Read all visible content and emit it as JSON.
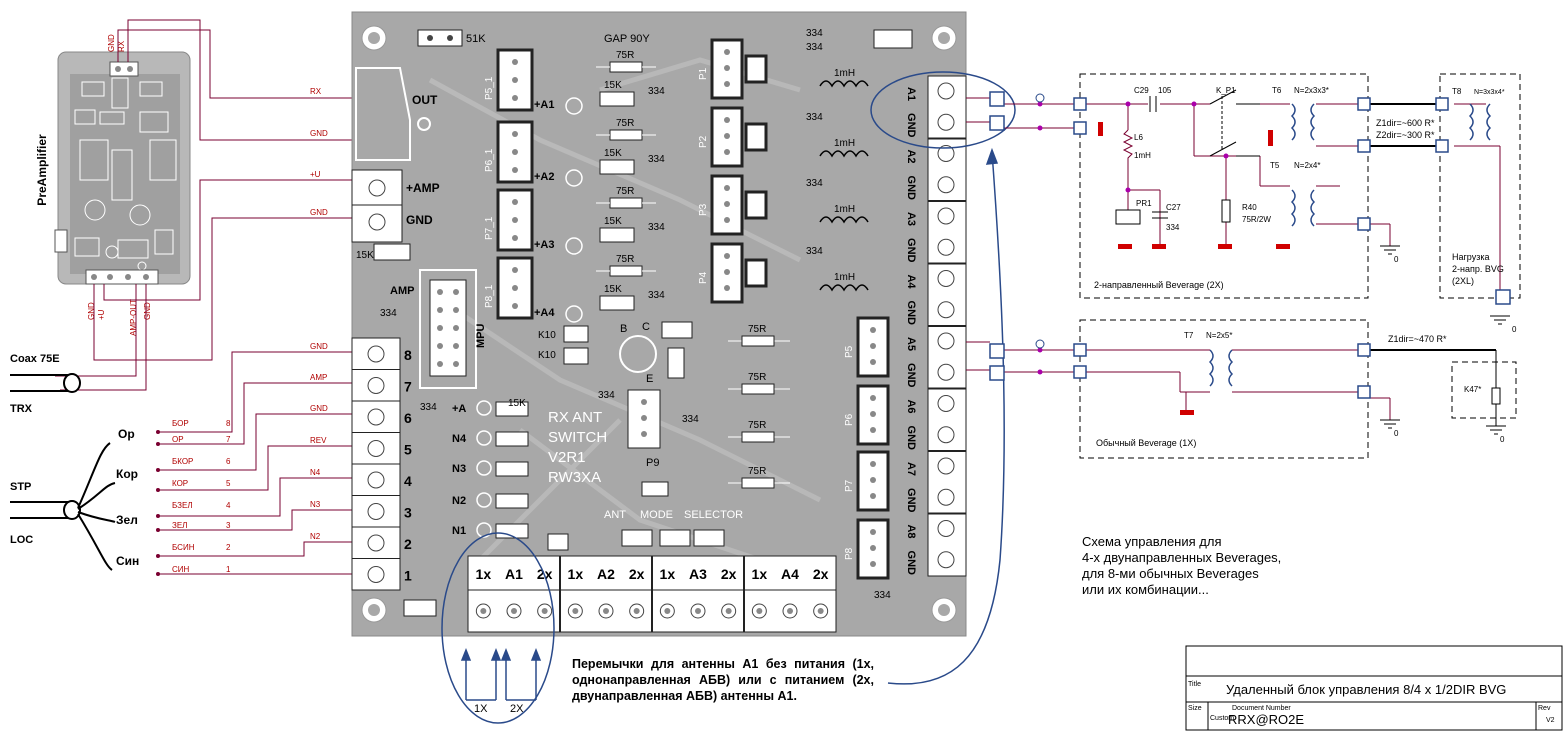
{
  "preamp": {
    "title": "PreAmplifier",
    "top_labels": [
      "GND",
      "RX"
    ],
    "bottom_labels": [
      "GND",
      "+U",
      "AMP-OUT",
      "GND"
    ]
  },
  "wires": {
    "rx": "RX",
    "gnd1": "GND",
    "plus_u": "+U",
    "gnd2": "GND",
    "gnd3": "GND",
    "amp": "AMP",
    "gnd4": "GND",
    "rev": "REV",
    "n4": "N4",
    "n3": "N3",
    "n2": "N2"
  },
  "cable": {
    "coax": "Coax 75E",
    "trx": "TRX",
    "stp": "STP",
    "loc": "LOC",
    "pairs": [
      "Ор",
      "Кор",
      "Зел",
      "Син"
    ],
    "wire_names": [
      {
        "name": "БОР",
        "num": "8"
      },
      {
        "name": "ОР",
        "num": "7"
      },
      {
        "name": "БКОР",
        "num": "6"
      },
      {
        "name": "КОР",
        "num": "5"
      },
      {
        "name": "БЗЕЛ",
        "num": "4"
      },
      {
        "name": "ЗЕЛ",
        "num": "3"
      },
      {
        "name": "БСИН",
        "num": "2"
      },
      {
        "name": "СИН",
        "num": "1"
      }
    ]
  },
  "pcb": {
    "r51k": "51K",
    "gap": "GAP 90Y",
    "out": "OUT",
    "amp_plus": "+AMP",
    "amp_gnd": "GND",
    "r15k": "15K",
    "amp": "AMP",
    "mpu": "MPU",
    "c334": "334",
    "r75": "75R",
    "r15": "15K",
    "inductor": "1mH",
    "relays": [
      "P5_1",
      "P6_1",
      "P7_1",
      "P8_1"
    ],
    "relays_right": [
      "P1",
      "P2",
      "P3",
      "P4"
    ],
    "relays_right2": [
      "P5",
      "P6",
      "P7",
      "P8"
    ],
    "outputs": [
      "+A1",
      "+A2",
      "+A3",
      "+A4"
    ],
    "n_labels": [
      "+A",
      "N4",
      "N3",
      "N2",
      "N1"
    ],
    "k10": "K10",
    "transistor": [
      "B",
      "C",
      "E"
    ],
    "p9": "P9",
    "title_lines": [
      "RX ANT",
      "SWITCH",
      "V2R1",
      "RW3XA"
    ],
    "selector": [
      "ANT",
      "MODE",
      "SELECTOR"
    ],
    "left_nums": [
      "8",
      "7",
      "6",
      "5",
      "4",
      "3",
      "2",
      "1"
    ],
    "ant_terms": [
      "A1",
      "GND",
      "A2",
      "GND",
      "A3",
      "GND",
      "A4",
      "GND",
      "A5",
      "GND",
      "A6",
      "GND",
      "A7",
      "GND",
      "A8",
      "GND"
    ],
    "jumper_row": [
      "1x",
      "A1",
      "2x",
      "1x",
      "A2",
      "2x",
      "1x",
      "A3",
      "2x",
      "1x",
      "A4",
      "2x"
    ]
  },
  "jumper_note": {
    "labels": [
      "1X",
      "2X"
    ],
    "text": "Перемычки для антенны А1 без питания (1х, однонаправленная АБВ) или с питанием (2х, двунаправленная АБВ) антенны А1."
  },
  "beverage2": {
    "c29": "C29",
    "c29v": "105",
    "kp1": "K_P1",
    "t6": "T6",
    "t6n": "N=2x3x3*",
    "t5": "T5",
    "t5n": "N=2x4*",
    "l6": "L6",
    "l6v": "1mH",
    "pr1": "PR1",
    "c27": "C27",
    "c27v": "334",
    "r40": "R40",
    "r40v": "75R/2W",
    "z1": "Z1dir=~600 R*",
    "z2": "Z2dir=~300 R*",
    "t8": "T8",
    "t8n": "N=3x3x4*",
    "load": [
      "Нагрузка",
      "2-напр. BVG",
      "(2XL)"
    ],
    "caption": "2-направленный Beverage (2X)",
    "zero": "0"
  },
  "beverage1": {
    "t7": "T7",
    "t7n": "N=2x5*",
    "z1": "Z1dir=~470 R*",
    "k47": "K47*",
    "caption": "Обычный Beverage (1X)",
    "zero": "0"
  },
  "scheme_text": [
    "Схема управления для",
    "4-х двунаправленных   Beverages,",
    "для 8-ми обычных Beverages",
    "или их комбинации..."
  ],
  "title_block": {
    "title_label": "Title",
    "title": "Удаленный блок управления 8/4 х 1/2DIR  BVG",
    "size_label": "Size",
    "size": "Custom",
    "docnum_label": "Document  Number",
    "docnum": "RRX@RO2E",
    "rev_label": "Rev",
    "rev": "V2"
  },
  "colors": {
    "pcb": "#a8a8a8",
    "wire": "#7a0030",
    "red": "#d00000",
    "blue": "#2a4a8a"
  }
}
